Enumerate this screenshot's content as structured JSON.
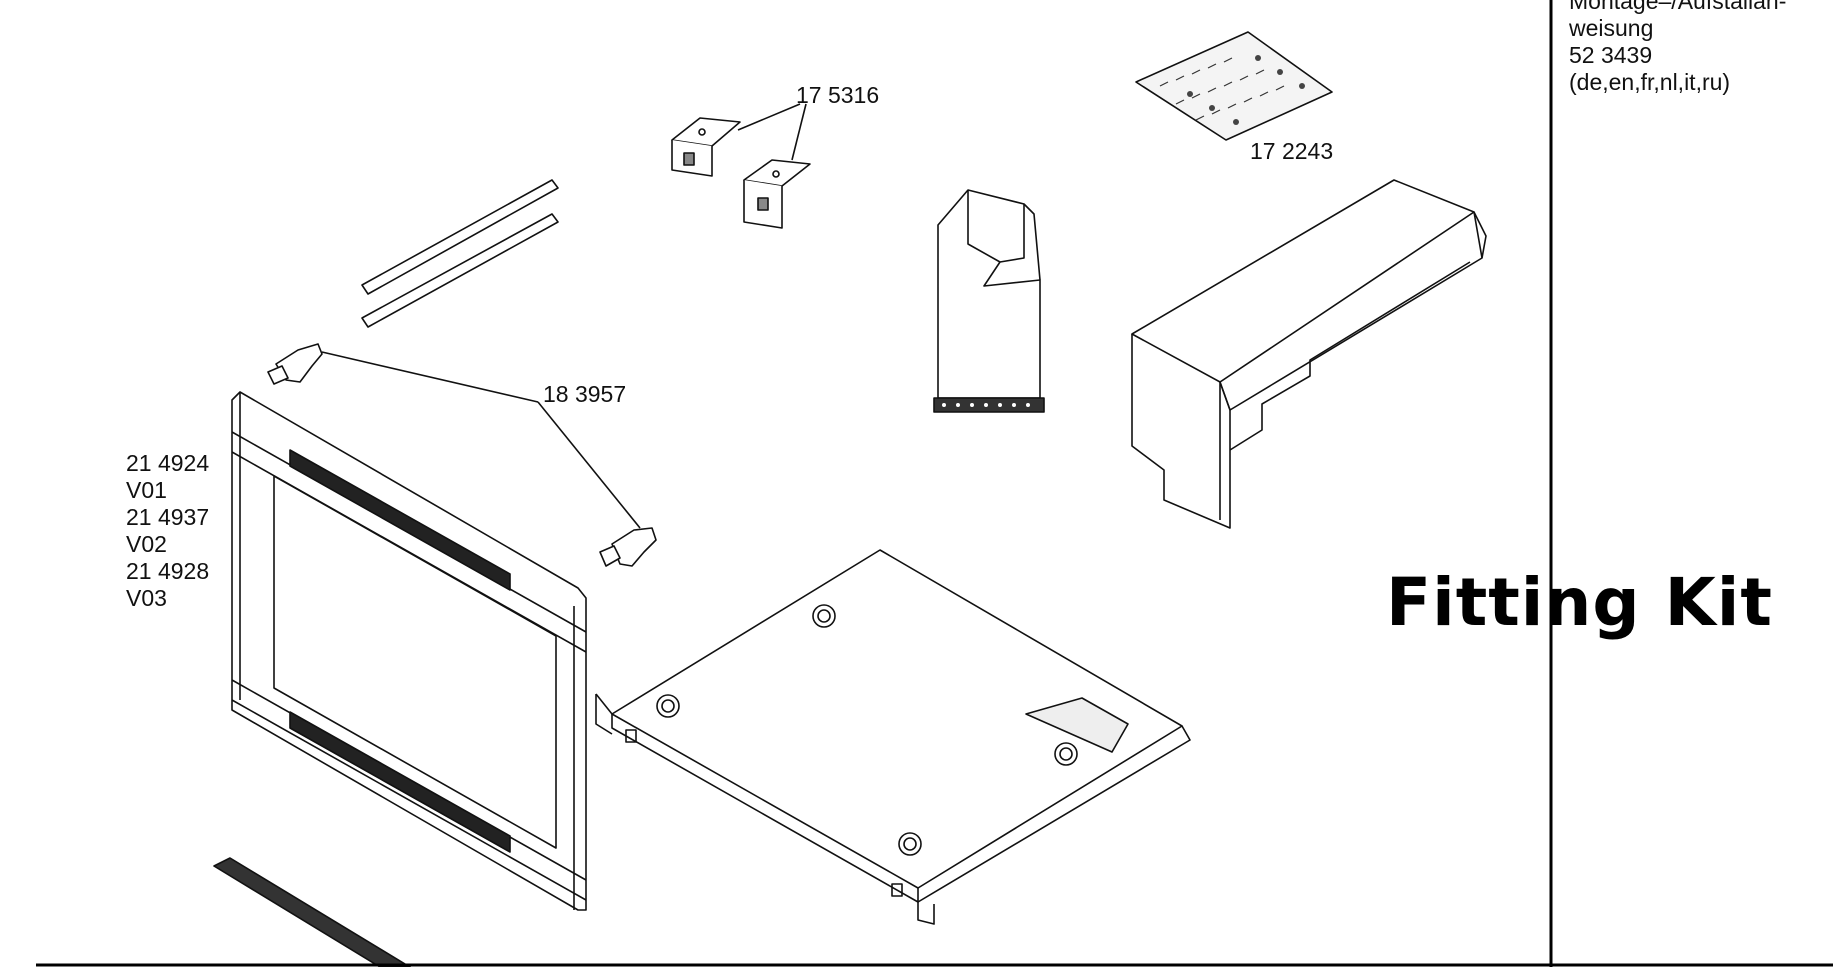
{
  "title": "Fitting Kit",
  "notes": [
    "Montage–/Aufstallan-",
    "weisung",
    "52 3439",
    "(de,en,fr,nl,it,ru)"
  ],
  "parts": {
    "bracket": "17 5316",
    "screws": "17 2243",
    "knob": "18 3957"
  },
  "variants": [
    "21 4924",
    "V01",
    "21 4937",
    "V02",
    "21 4928",
    "V03"
  ]
}
